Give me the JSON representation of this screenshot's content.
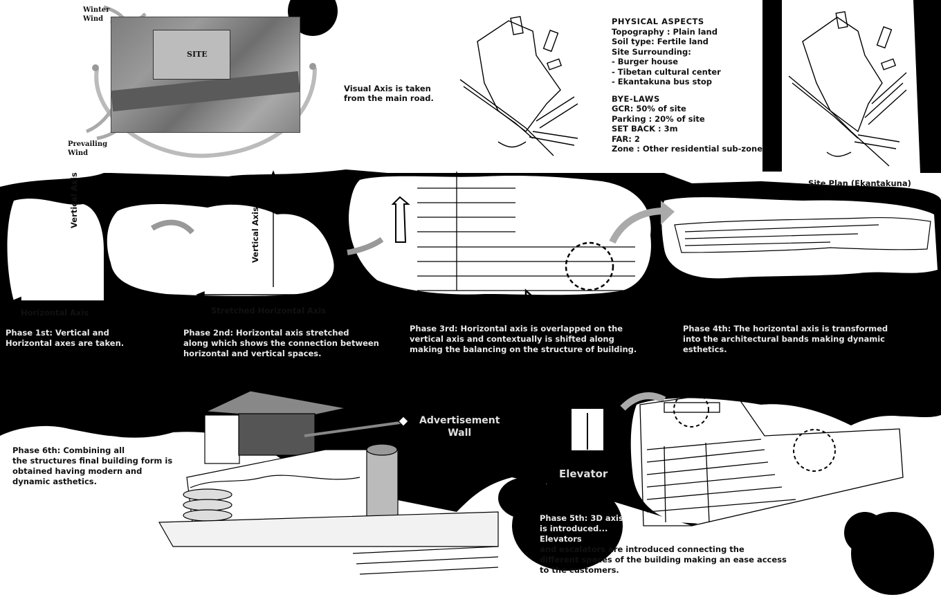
{
  "top": {
    "winter_wind": "Winter\nWind",
    "prevailing_wind": "Prevailing\nWind",
    "site_label": "SITE",
    "visual_axis": [
      "Visual Axis is taken",
      "from the main road."
    ]
  },
  "physical_aspects": {
    "heading": "PHYSICAL ASPECTS",
    "items": [
      "Topography : Plain land",
      "Soil type: Fertile land",
      "Site Surrounding:",
      "- Burger house",
      "- Tibetan cultural center",
      "- Ekantakuna bus stop"
    ],
    "bylaws_heading": "BYE-LAWS",
    "bylaws": [
      "GCR: 50% of site",
      "Parking : 20% of site",
      "SET BACK : 3m",
      "FAR: 2",
      "Zone : Other residential sub-zone"
    ]
  },
  "site_plan_caption": "Site Plan (Ekantakuna)",
  "axes": {
    "vertical_axis": "Vertical Axis",
    "horizontal_axis": "Horizontal Axis",
    "vertical_axis_2": "Vertical Axis",
    "stretched_horizontal_axis": "Stretched Horizontal Axis"
  },
  "phases": {
    "phase1": [
      "Phase 1st: Vertical and",
      "Horizontal axes are taken."
    ],
    "phase2": [
      "Phase 2nd: Horizontal axis stretched",
      "along which shows the connection between",
      "horizontal and vertical spaces."
    ],
    "phase3": [
      "Phase 3rd: Horizontal axis is overlapped on the",
      "vertical axis and contextually is shifted along",
      "making the balancing on the structure of building."
    ],
    "phase4": [
      "Phase 4th: The horizontal axis is transformed",
      "into the architectural bands making dynamic",
      "esthetics."
    ],
    "phase5": [
      "Phase 5th: 3D axis",
      "is introduced...",
      "Elevators",
      "and escalators are introduced connecting the",
      "different spaces of the building making an ease access",
      "to the customers."
    ],
    "phase6": [
      "Phase 6th: Combining all",
      "the structures final building form is",
      "obtained having modern and",
      "dynamic asthetics."
    ]
  },
  "labels": {
    "advertisement_wall": "Advertisement\nWall",
    "elevator": "Elevator"
  }
}
